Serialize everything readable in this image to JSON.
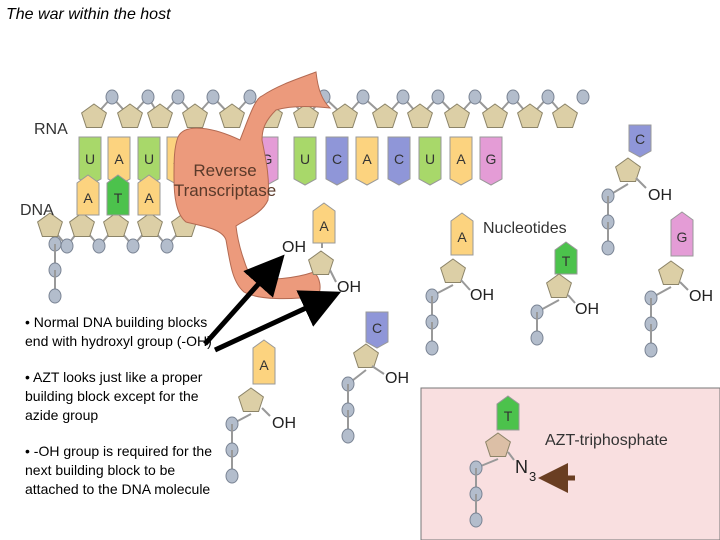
{
  "title": "The war within the host",
  "labels": {
    "rna": "RNA",
    "dna": "DNA",
    "enzyme_line1": "Reverse",
    "enzyme_line2": "Transcriptase",
    "nucleotides": "Nucleotides",
    "azt": "AZT-triphosphate",
    "hydroxyl": "OH",
    "azide": "N",
    "azide_sub": "3"
  },
  "rna_bases": [
    "U",
    "A",
    "U",
    "A",
    "G",
    "U",
    "C",
    "A",
    "C",
    "U",
    "A",
    "G"
  ],
  "dna_bases": [
    "A",
    "T",
    "A"
  ],
  "free_nucleotides": [
    {
      "base": "A"
    },
    {
      "base": "C"
    },
    {
      "base": "A"
    },
    {
      "base": "A"
    },
    {
      "base": "T"
    },
    {
      "base": "C"
    },
    {
      "base": "G"
    }
  ],
  "azt_base": "T",
  "bullets": [
    "• Normal DNA building blocks end with hydroxyl group (-OH)",
    "• AZT looks just like a proper building block except for the azide group",
    "• -OH group is required for the next building block to be attached to the DNA molecule"
  ],
  "colors": {
    "A": "#fcd37f",
    "U": "#a8d86a",
    "T": "#4cc24c",
    "G": "#e49cd6",
    "C": "#8f96d8",
    "sugar": "#dccfa6",
    "phosphate": "#b3bdcc",
    "enzyme": "#ec9a7c",
    "azt_box": "#f9dfe0",
    "azt_sugar": "#dcbfa6",
    "azide_arrow": "#6a3e22"
  }
}
